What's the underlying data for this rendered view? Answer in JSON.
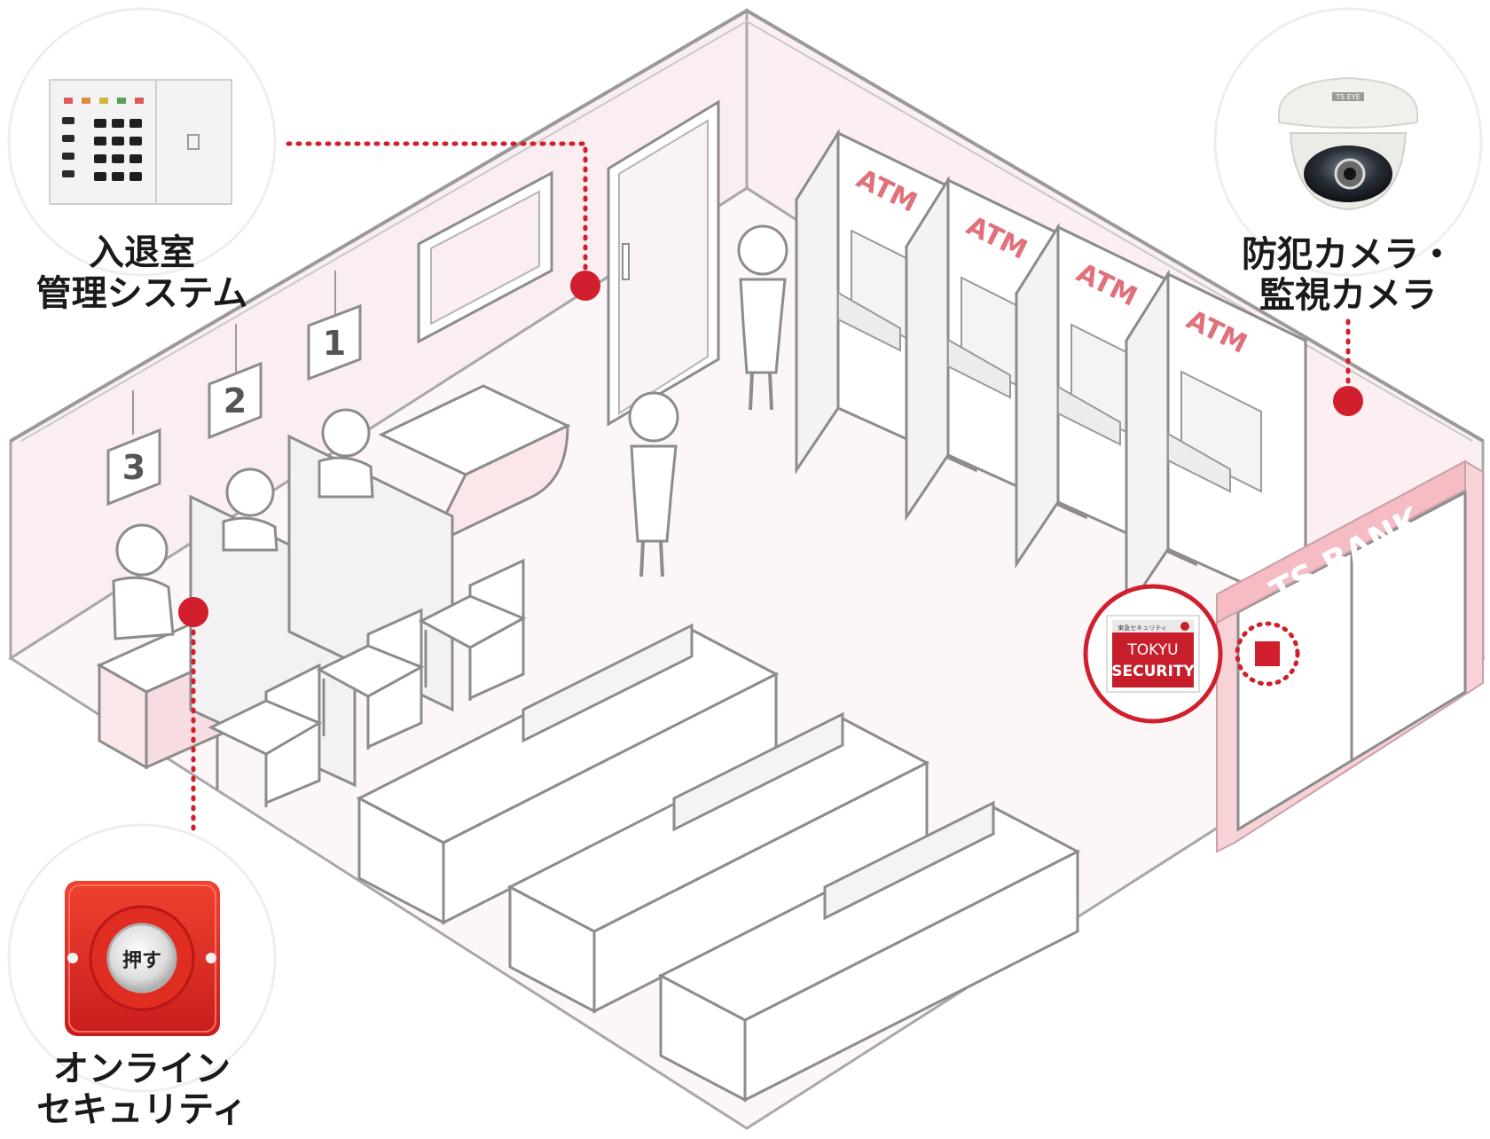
{
  "callouts": {
    "access_control": {
      "line1": "入退室",
      "line2": "管理システム"
    },
    "camera": {
      "line1": "防犯カメラ・",
      "line2": "監視カメラ",
      "brand": "TS EYE"
    },
    "online_security": {
      "line1": "オンライン",
      "line2": "セキュリティ",
      "button_text": "押す"
    }
  },
  "scene": {
    "atm_label": "ATM",
    "counter_numbers": [
      "1",
      "2",
      "3"
    ],
    "bank_sign": "TS BANK",
    "security_sticker": {
      "top": "東急セキュリティ",
      "line1": "TOKYU",
      "line2": "SECURITY"
    }
  },
  "colors": {
    "accent": "#d11f2e",
    "wall_tint": "#fbeff1",
    "floor_tint": "#fdf6f7",
    "line": "#9a9a9a"
  }
}
